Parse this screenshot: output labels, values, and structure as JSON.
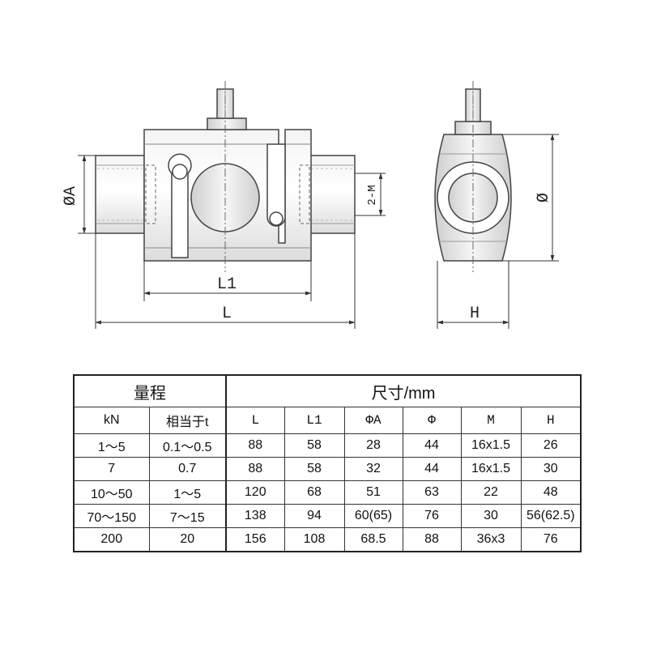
{
  "drawing": {
    "labels": {
      "diameter_a": "ØA",
      "thread_m": "2-M",
      "length_l1": "L1",
      "length_l": "L",
      "height_h": "H",
      "diameter_phi": "Ø"
    }
  },
  "table": {
    "group_headers": {
      "range": "量程",
      "size": "尺寸/mm"
    },
    "columns": [
      "kN",
      "相当于t",
      "L",
      "L1",
      "ΦA",
      "Φ",
      "M",
      "H"
    ],
    "rows": [
      [
        "1～5",
        "0.1～0.5",
        "88",
        "58",
        "28",
        "44",
        "16x1.5",
        "26"
      ],
      [
        "7",
        "0.7",
        "88",
        "58",
        "32",
        "44",
        "16x1.5",
        "30"
      ],
      [
        "10～50",
        "1～5",
        "120",
        "68",
        "51",
        "63",
        "22",
        "48"
      ],
      [
        "70～150",
        "7～15",
        "138",
        "94",
        "60(65)",
        "76",
        "30",
        "56(62.5)"
      ],
      [
        "200",
        "20",
        "156",
        "108",
        "68.5",
        "88",
        "36x3",
        "76"
      ]
    ]
  }
}
